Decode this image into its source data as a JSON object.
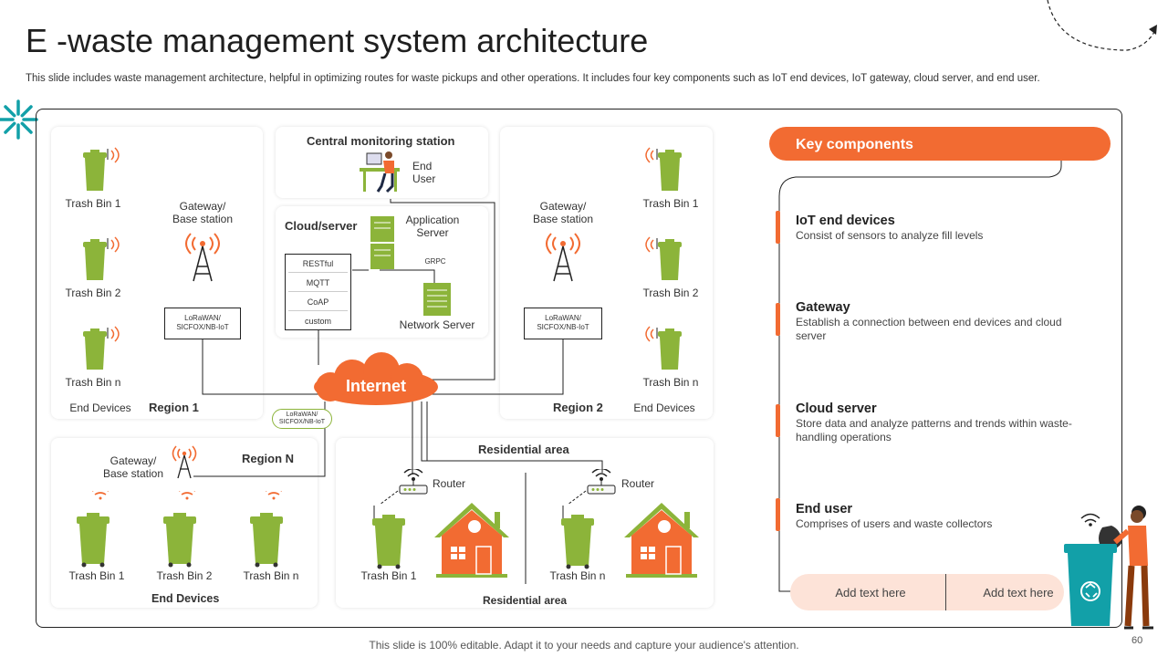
{
  "header": {
    "title": "E -waste management system architecture",
    "subtitle": "This slide includes waste management architecture, helpful in optimizing routes for waste pickups and other operations. It includes four key components such as IoT end devices, IoT gateway, cloud server, and end user."
  },
  "region1": {
    "bins": [
      "Trash Bin 1",
      "Trash Bin 2",
      "Trash Bin n"
    ],
    "gateway": "Gateway/\nBase station",
    "protocol": "LoRaWAN/\nSICFOX/NB-IoT",
    "end_devices": "End Devices",
    "region": "Region 1"
  },
  "central": {
    "title": "Central monitoring station",
    "end_user": "End\nUser"
  },
  "cloud": {
    "title": "Cloud/server",
    "app_server": "Application\nServer",
    "protocols": [
      "RESTful",
      "MQTT",
      "CoAP",
      "custom"
    ],
    "grpc": "GRPC",
    "network_server": "Network Server"
  },
  "region2": {
    "gateway": "Gateway/\nBase station",
    "bins": [
      "Trash Bin 1",
      "Trash Bin 2",
      "Trash Bin n"
    ],
    "protocol": "LoRaWAN/\nSICFOX/NB-IoT",
    "region": "Region 2",
    "end_devices": "End Devices"
  },
  "internet": {
    "label": "Internet",
    "protocol": "LoRaWAN/\nSICFOX/NB-IoT"
  },
  "regionN": {
    "gateway": "Gateway/\nBase station",
    "region": "Region N",
    "bins": [
      "Trash Bin 1",
      "Trash Bin 2",
      "Trash Bin n"
    ],
    "end_devices": "End Devices"
  },
  "residential": {
    "title": "Residential area",
    "router_left": "Router",
    "router_right": "Router",
    "bin_left": "Trash Bin 1",
    "bin_right": "Trash Bin n",
    "footer": "Residential area"
  },
  "key_components": {
    "title": "Key components",
    "items": [
      {
        "title": "IoT end devices",
        "desc": "Consist of sensors to analyze fill levels"
      },
      {
        "title": "Gateway",
        "desc": "Establish a connection between end devices and cloud server"
      },
      {
        "title": "Cloud server",
        "desc": "Store data and analyze patterns and trends within waste-handling operations"
      },
      {
        "title": "End user",
        "desc": "Comprises of users and waste collectors"
      }
    ],
    "add_text_left": "Add text here",
    "add_text_right": "Add text here"
  },
  "footer": {
    "note": "This slide is 100% editable. Adapt it to your needs and capture your audience's attention.",
    "page": "60"
  },
  "colors": {
    "accent": "#f26b32",
    "bin_green": "#8cb43a",
    "house_orange": "#f26b32",
    "teal": "#12a0a8"
  }
}
